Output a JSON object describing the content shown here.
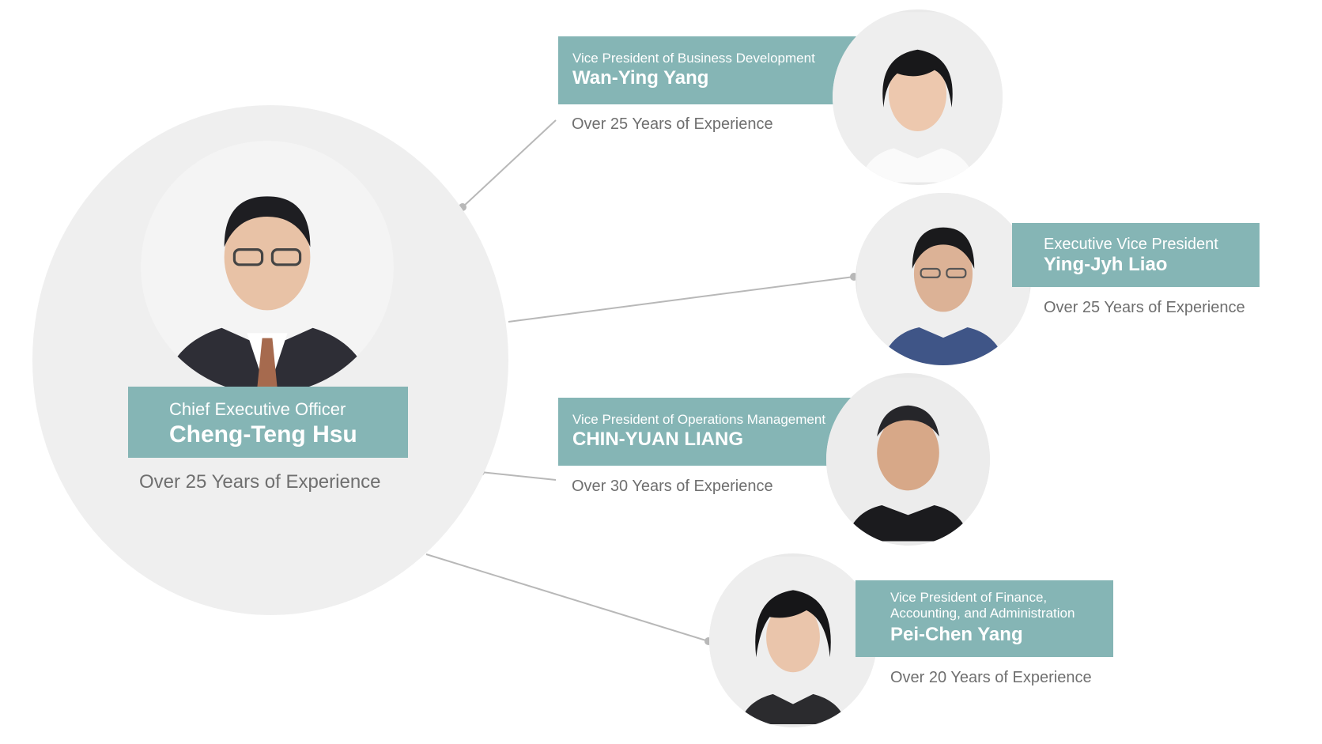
{
  "ceo": {
    "role": "Chief Executive Officer",
    "name": "Cheng-Teng Hsu",
    "experience": "Over 25 Years of Experience"
  },
  "vp1": {
    "role": "Vice President of Business Development",
    "name": "Wan-Ying Yang",
    "experience": "Over 25 Years of Experience"
  },
  "vp2": {
    "role": "Executive Vice President",
    "name": "Ying-Jyh Liao",
    "experience": "Over 25 Years of Experience"
  },
  "vp3": {
    "role": "Vice President of Operations Management",
    "name": "CHIN-YUAN LIANG",
    "experience": "Over 30 Years of Experience"
  },
  "vp4": {
    "role_line1": "Vice President of Finance,",
    "role_line2": "Accounting, and Administration",
    "name": "Pei-Chen Yang",
    "experience": "Over 20 Years of Experience"
  },
  "colors": {
    "label_bg": "#85b5b5",
    "connector": "#b8b8b8",
    "circle_bg": "#efefef",
    "experience_text": "#6f6f6f"
  }
}
